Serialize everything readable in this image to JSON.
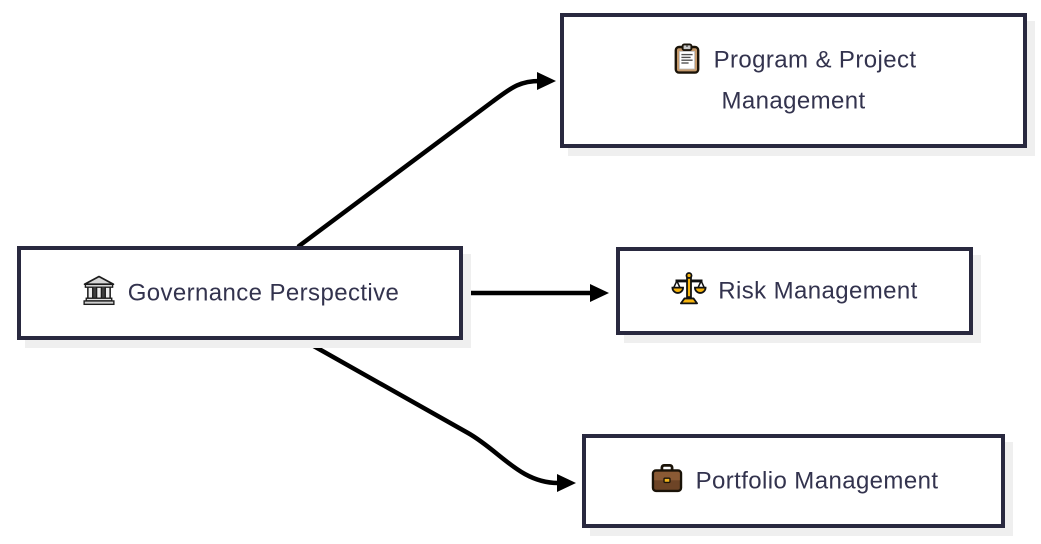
{
  "diagram": {
    "nodes": {
      "source": {
        "label": "Governance Perspective",
        "icon": "classical-building-icon"
      },
      "targets": [
        {
          "label": "Program & Project Management",
          "icon": "clipboard-icon"
        },
        {
          "label": "Risk Management",
          "icon": "balance-scale-icon"
        },
        {
          "label": "Portfolio Management",
          "icon": "briefcase-icon"
        }
      ]
    },
    "edges": [
      {
        "from": "Governance Perspective",
        "to": "Program & Project Management"
      },
      {
        "from": "Governance Perspective",
        "to": "Risk Management"
      },
      {
        "from": "Governance Perspective",
        "to": "Portfolio Management"
      }
    ],
    "colors": {
      "node_border": "#29293f",
      "node_background": "#ffffff",
      "node_text": "#33334e",
      "node_shadow": "#efefef",
      "arrow": "#000000",
      "canvas_background": "#ffffff"
    }
  }
}
